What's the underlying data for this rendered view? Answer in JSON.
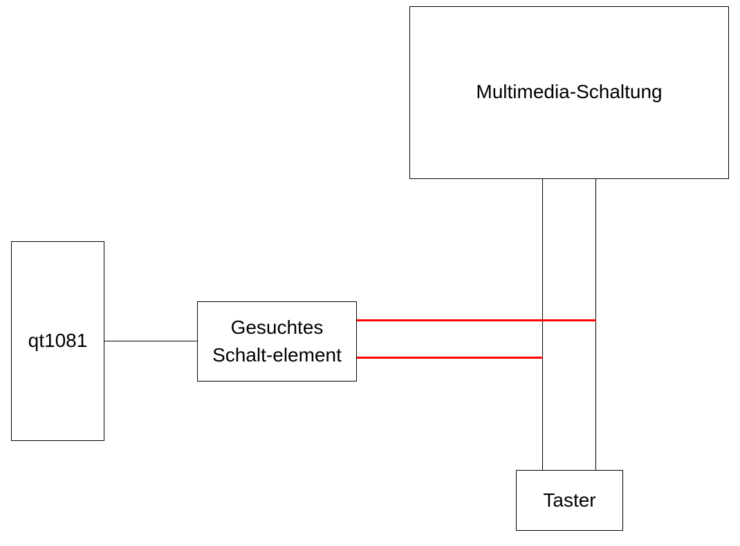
{
  "blocks": {
    "qt1081": {
      "label": "qt1081"
    },
    "element": {
      "line1": "Gesuchtes",
      "line2": "Schalt-element"
    },
    "multimedia": {
      "label": "Multimedia-Schaltung"
    },
    "taster": {
      "label": "Taster"
    }
  },
  "colors": {
    "box_border": "#000000",
    "wire": "#000000",
    "highlight_wire": "#ff0000",
    "background": "#ffffff"
  }
}
